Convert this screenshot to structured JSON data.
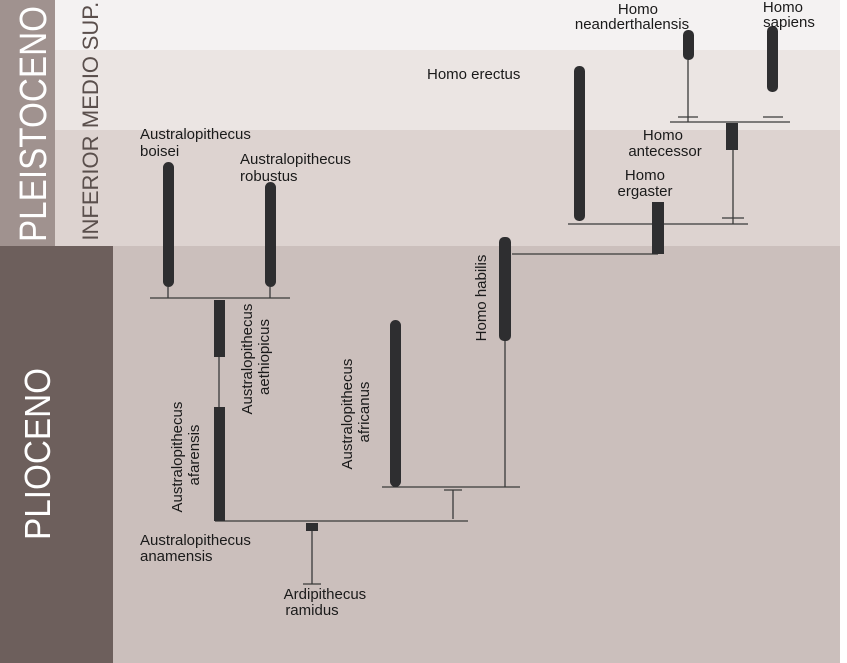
{
  "colors": {
    "sup_band": "#f4f2f2",
    "medio_band": "#ebe5e3",
    "inferior_band": "#ddd3d0",
    "plioceno_band": "#cbbfbc",
    "pleistoceno_bar": "#a0928f",
    "plioceno_bar": "#6d5f5c",
    "species_bar": "#2e2e30",
    "lines": "#3a3a3a"
  },
  "epochs": {
    "pleistoceno": "PLEISTOCENO",
    "plioceno": "PLIOCENO"
  },
  "subdivisions": {
    "sup": "SUP.",
    "medio": "MEDIO",
    "inferior": "INFERIOR"
  },
  "species": {
    "homo_neanderthalensis": [
      "Homo",
      "neanderthalensis"
    ],
    "homo_sapiens": [
      "Homo",
      "sapiens"
    ],
    "homo_erectus": [
      "Homo erectus"
    ],
    "homo_antecessor": [
      "Homo",
      "antecessor"
    ],
    "homo_ergaster": [
      "Homo",
      "ergaster"
    ],
    "australopithecus_boisei": [
      "Australopithecus",
      "boisei"
    ],
    "australopithecus_robustus": [
      "Australopithecus",
      "robustus"
    ],
    "australopithecus_aethiopicus": [
      "Australopithecus",
      "aethiopicus"
    ],
    "australopithecus_afarensis": [
      "Australopithecus",
      "afarensis"
    ],
    "australopithecus_africanus": [
      "Australopithecus",
      "africanus"
    ],
    "homo_habilis": [
      "Homo habilis"
    ],
    "australopithecus_anamensis": [
      "Australopithecus",
      "anamensis"
    ],
    "ardipithecus_ramidus": [
      "Ardipithecus",
      "ramidus"
    ]
  }
}
